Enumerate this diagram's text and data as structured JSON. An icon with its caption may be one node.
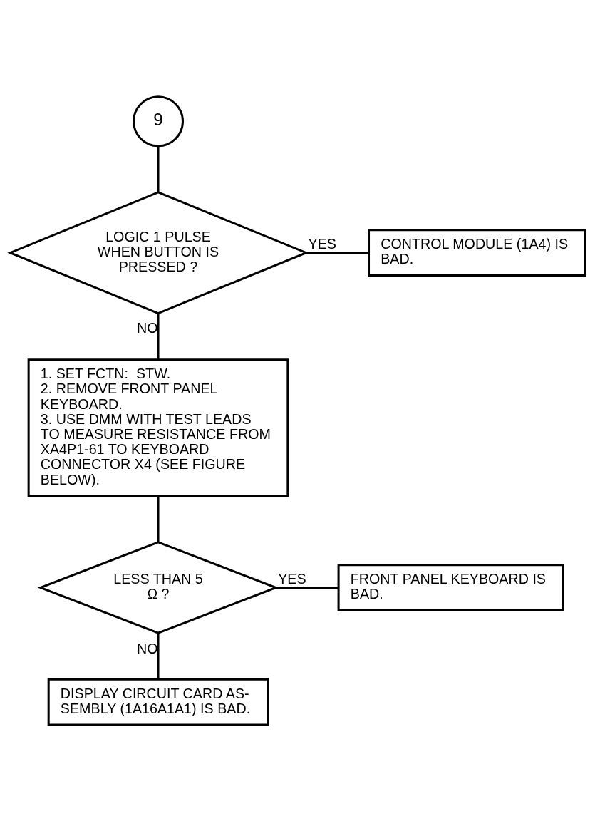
{
  "diagram": {
    "nodes": [
      {
        "text": [
          "9"
        ]
      },
      {
        "text": [
          "LOGIC 1 PULSE WHEN BUTTON IS PRESSED ?"
        ]
      },
      {
        "text": [
          "CONTROL MODULE (1A4) IS BAD."
        ]
      },
      {
        "text": [
          "1. SET FCTN:  STW.",
          "2. REMOVE FRONT PANEL KEYBOARD.",
          "3. USE DMM WITH TEST LEADS TO MEASURE RESISTANCE FROM XA4P1-61 TO KEYBOARD CONNECTOR X4 (SEE FIGURE BELOW)."
        ]
      },
      {
        "text": [
          "LESS THAN 5 Ω ?"
        ]
      },
      {
        "text": [
          "FRONT PANEL KEYBOARD IS BAD."
        ]
      },
      {
        "text": [
          "DISPLAY CIRCUIT CARD AS- SEMBLY (1A16A1A1) IS BAD."
        ]
      }
    ],
    "edges": [
      {
        "from": 0,
        "to": 1,
        "arrow": "none"
      },
      {
        "from": 1,
        "to": 2,
        "arrow": "none",
        "label": "YES"
      },
      {
        "from": 1,
        "to": 3,
        "arrow": "none",
        "label": "NO"
      },
      {
        "from": 3,
        "to": 4,
        "arrow": "none"
      },
      {
        "from": 4,
        "to": 5,
        "arrow": "none",
        "label": "YES"
      },
      {
        "from": 4,
        "to": 6,
        "arrow": "none",
        "label": "NO"
      }
    ]
  }
}
